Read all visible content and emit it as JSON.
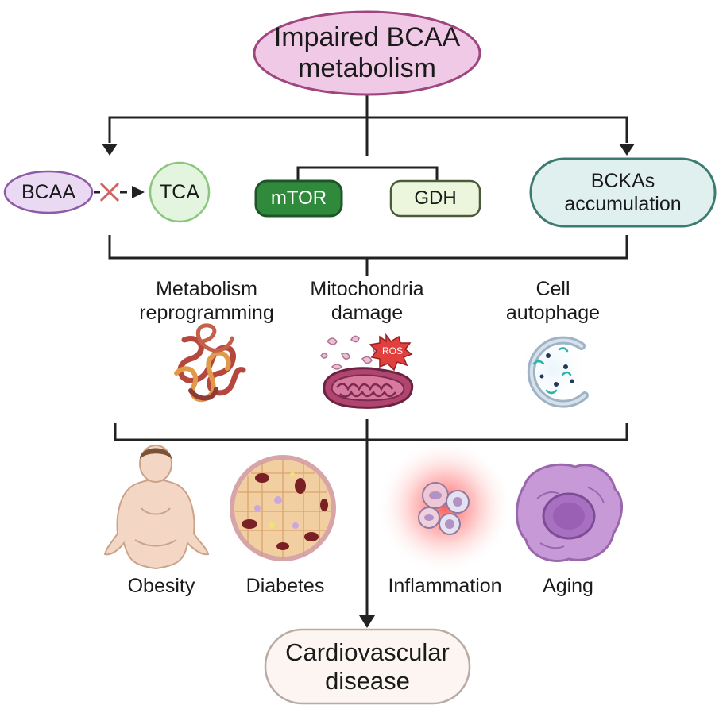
{
  "top_node": {
    "line1": "Impaired BCAA",
    "line2": "metabolism"
  },
  "left_branch": {
    "bcaa": "BCAA",
    "tca": "TCA"
  },
  "middle_branch": {
    "mtor": "mTOR",
    "gdh": "GDH"
  },
  "right_branch": {
    "line1": "BCKAs",
    "line2": "accumulation"
  },
  "mechanisms": [
    {
      "line1": "Metabolism",
      "line2": "reprogramming"
    },
    {
      "line1": "Mitochondria",
      "line2": "damage",
      "badge": "ROS"
    },
    {
      "line1": "Cell",
      "line2": "autophage"
    }
  ],
  "conditions": [
    "Obesity",
    "Diabetes",
    "Inflammation",
    "Aging"
  ],
  "outcome": {
    "line1": "Cardiovascular",
    "line2": "disease"
  },
  "colors": {
    "top_fill": "#f0c9e6",
    "top_stroke": "#a0467f",
    "bcaa_fill": "#ead9f2",
    "bcaa_stroke": "#8d5aa8",
    "tca_fill": "#e4f5df",
    "tca_stroke": "#8cc67e",
    "mtor_fill": "#2f8a3c",
    "mtor_stroke": "#1d5526",
    "gdh_fill": "#ecf6dc",
    "gdh_stroke": "#4b5a3a",
    "bckas_fill": "#dff0ee",
    "bckas_stroke": "#3b7b70",
    "outcome_fill": "#fcf5f1",
    "outcome_stroke": "#b9aaa3",
    "blocked_x": "#d0635f"
  },
  "icons": [
    "protein-coil-icon",
    "damaged-mitochondrion-icon",
    "ros-burst-icon",
    "autophagosome-icon",
    "obese-person-icon",
    "pancreatic-islet-icon",
    "inflamed-cells-icon",
    "senescent-cell-icon"
  ]
}
